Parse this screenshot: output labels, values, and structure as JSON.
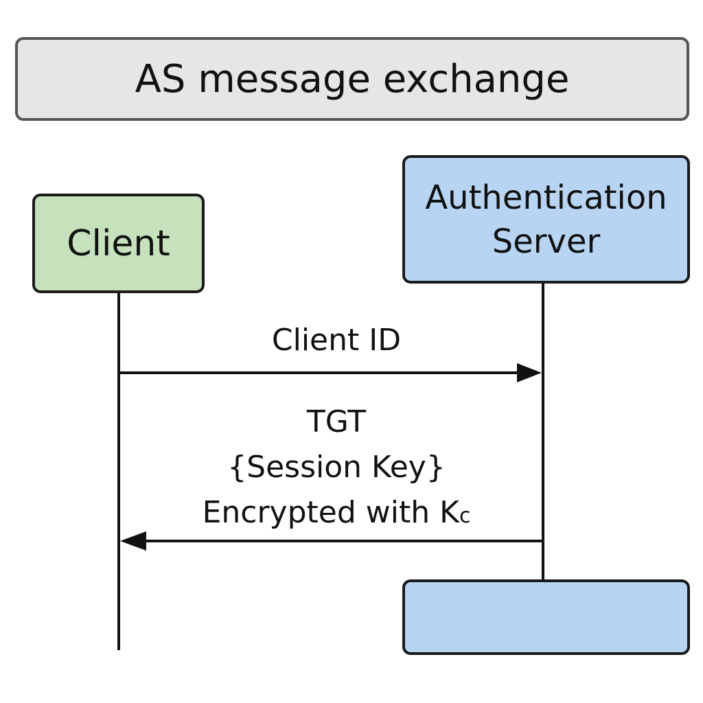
{
  "title": "AS message exchange",
  "participants": {
    "client": {
      "label": "Client",
      "color": "#c5e2bd"
    },
    "server": {
      "label_line1": "Authentication",
      "label_line2": "Server",
      "color": "#b7d4f2"
    }
  },
  "messages": {
    "request": {
      "label": "Client ID",
      "direction": "client-to-server"
    },
    "response": {
      "line1": "TGT",
      "line2": "{Session Key}",
      "line3_main": "Encrypted with K",
      "line3_subscript": "c",
      "direction": "server-to-client"
    }
  }
}
